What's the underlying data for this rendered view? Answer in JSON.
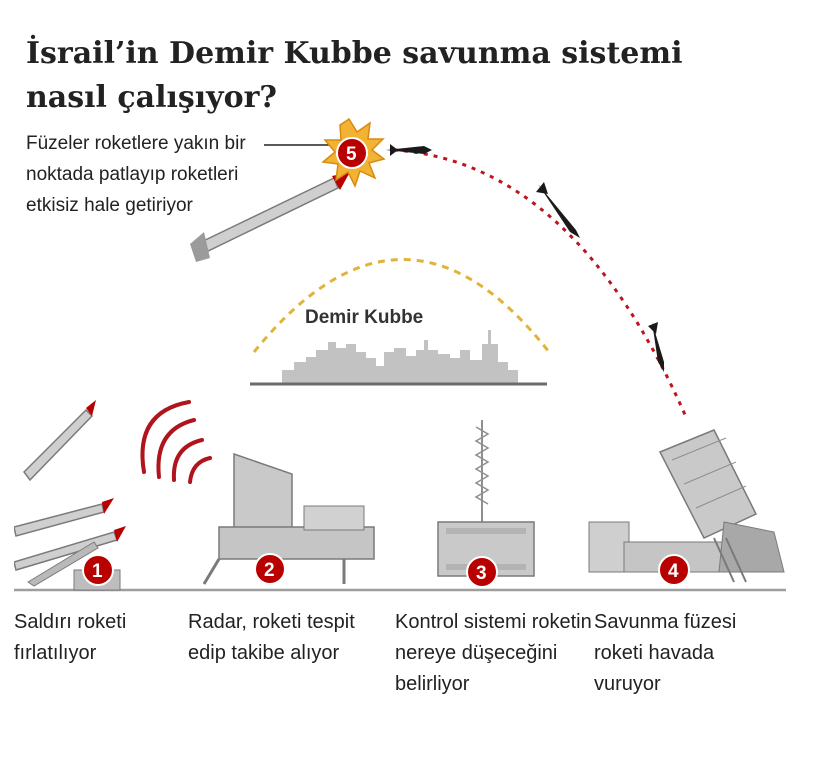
{
  "title": "İsrail’in Demir Kubbe savunma sistemi nasıl çalışıyor?",
  "callout": "Füzeler roketlere yakın bir noktada patlayıp roketleri etkisiz hale getiriyor",
  "dome_label": "Demir Kubbe",
  "steps": [
    {
      "number": "1",
      "caption": "Saldırı roketi fırlatılıyor"
    },
    {
      "number": "2",
      "caption": "Radar, roketi tespit edip takibe alıyor"
    },
    {
      "number": "3",
      "caption": "Kontrol sistemi roketin nereye düşeceğini belirliyor"
    },
    {
      "number": "4",
      "caption": "Savunma füzesi roketi havada vuruyor"
    },
    {
      "number": "5"
    }
  ],
  "colors": {
    "badge": "#b80000",
    "badge_ring": "#ffffff",
    "trajectory": "#c0141c",
    "dome": "#e0b43a",
    "equipment": "#c9c9c9",
    "equipment_dark": "#8f8f8f",
    "ground": "#9e9e9e",
    "explosion": "#f2b233"
  },
  "icons": [
    "rocket-icon",
    "radar-wave-icon",
    "explosion-icon",
    "launcher-icon"
  ]
}
